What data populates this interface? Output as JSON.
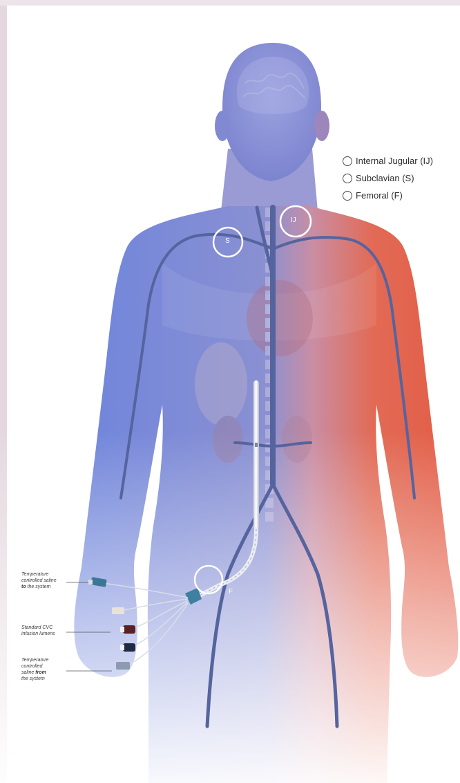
{
  "legend": {
    "items": [
      {
        "label": "Internal Jugular (IJ)"
      },
      {
        "label": "Subclavian (S)"
      },
      {
        "label": "Femoral (F)"
      }
    ]
  },
  "site_labels": {
    "ij": "IJ",
    "s": "S",
    "f": "F"
  },
  "callouts": {
    "saline_to": {
      "line1": "Temperature",
      "line2": "controlled saline",
      "bold": "to",
      "rest": " the system"
    },
    "cvc": {
      "line1": "Standard CVC",
      "line2": "infusion lumens"
    },
    "saline_from": {
      "line1": "Temperature",
      "line2": "controlled",
      "line3_pre": "saline ",
      "bold": "from",
      "line4": "the system"
    }
  },
  "colors": {
    "cool": "#5f7fd6",
    "warm": "#e0604c",
    "vessel": "#5a6fb0",
    "page_border": "#e6dfe3"
  }
}
